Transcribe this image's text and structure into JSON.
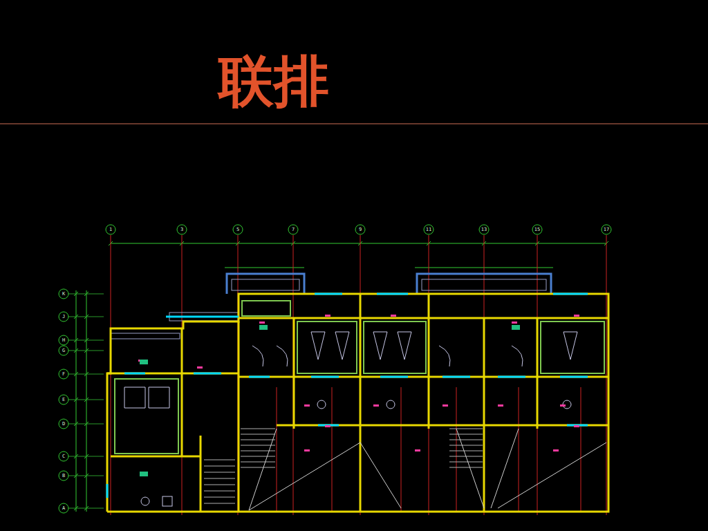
{
  "diagram": {
    "title": "联排",
    "labels": [
      "1",
      "3",
      "5",
      "7",
      "9",
      "11",
      "13",
      "15",
      "17",
      "K",
      "J",
      "H",
      "G",
      "F",
      "E",
      "D",
      "C",
      "B",
      "A"
    ]
  }
}
